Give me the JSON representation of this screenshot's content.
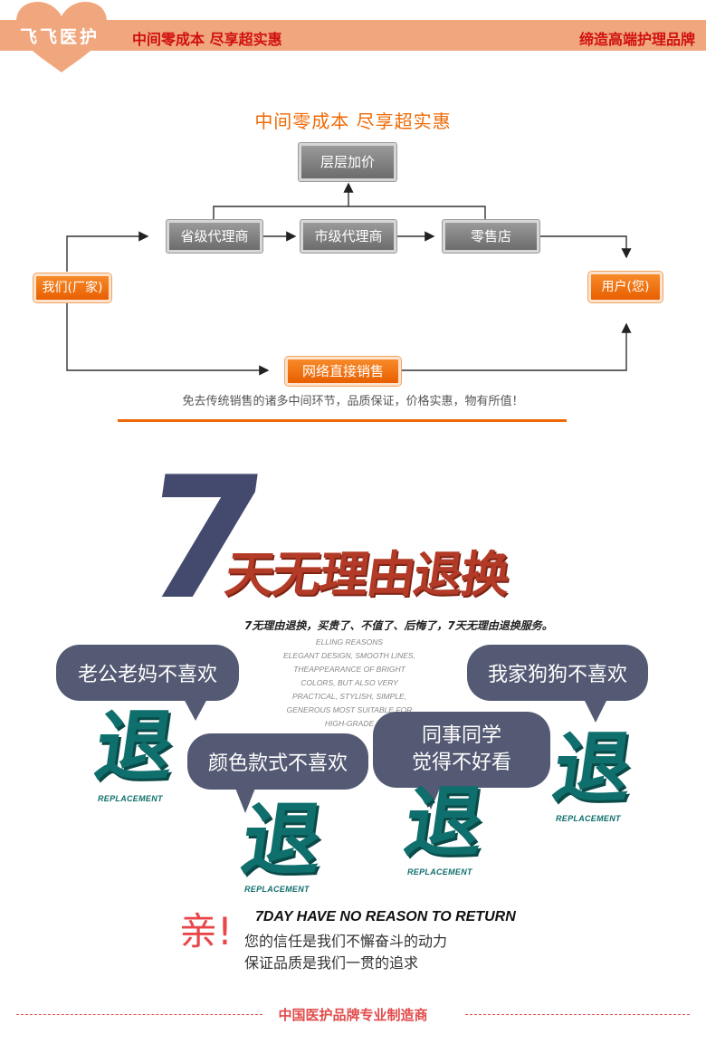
{
  "header": {
    "brand": "飞飞医护",
    "slogan_left": "中间零成本  尽享超实惠",
    "slogan_right": "缔造高端护理品牌"
  },
  "flow": {
    "title": "中间零成本   尽享超实惠",
    "top_box": "层层加价",
    "mid_boxes": [
      "省级代理商",
      "市级代理商",
      "零售店"
    ],
    "left_box": "我们(厂家)",
    "right_box": "用户(您)",
    "bottom_box": "网络直接销售",
    "note": "免去传统销售的诸多中间环节，品质保证，价格实惠，物有所值！"
  },
  "promo": {
    "big_number": "7",
    "headline": "天无理由退换",
    "tagline": "7无理由退换，买贵了、不值了、后悔了，7天无理由退换服务。",
    "english_lines": [
      "ELLING REASONS",
      "ELEGANT DESIGN, SMOOTH LINES,",
      "THEAPPEARANCE OF BRIGHT",
      "COLORS, BUT ALSO VERY",
      "PRACTICAL, STYLISH, SIMPLE,",
      "GENEROUS MOST SUITABLE FOR",
      "HIGH-GRADE"
    ],
    "bubbles": [
      "老公老妈不喜欢",
      "颜色款式不喜欢",
      "同事同学\n觉得不好看",
      "我家狗狗不喜欢"
    ],
    "return_char": "退",
    "replacement_label": "REPLACEMENT",
    "qin": "亲!",
    "english_title": "7DAY HAVE NO REASON TO RETURN",
    "line1": "您的信任是我们不懈奋斗的动力",
    "line2": "保证品质是我们一贯的追求"
  },
  "footer": {
    "text": "中国医护品牌专业制造商"
  },
  "colors": {
    "banner": "#f0a77e",
    "orange": "#ef6a06",
    "red_text": "#d01010",
    "slate": "#434a6e",
    "teal": "#0f6f6c",
    "headline_red": "#b33a26"
  }
}
